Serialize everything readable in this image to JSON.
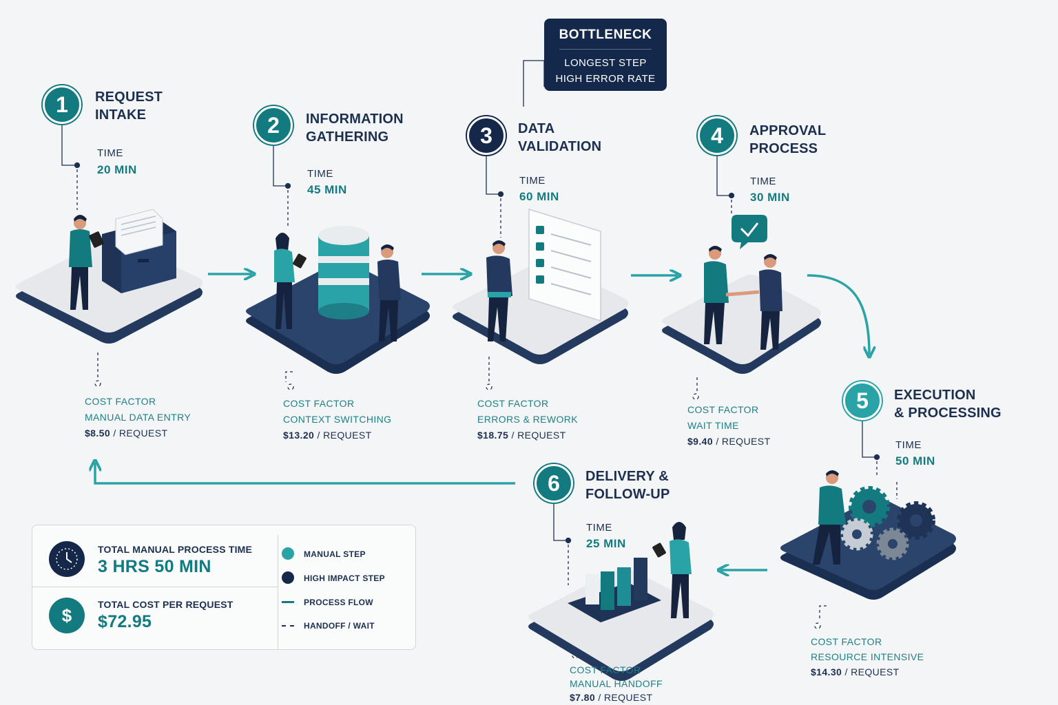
{
  "colors": {
    "teal": "#137a80",
    "navy": "#16284a",
    "light_teal": "#2aa3a6",
    "background": "#f4f5f6"
  },
  "bottleneck": {
    "title": "BOTTLENECK",
    "line1": "LONGEST STEP",
    "line2": "HIGH ERROR RATE"
  },
  "steps": [
    {
      "num": "1",
      "title1": "REQUEST",
      "title2": "INTAKE",
      "time_label": "TIME",
      "time": "20 MIN",
      "cost_label": "COST FACTOR",
      "cost_reason": "MANUAL DATA ENTRY",
      "cost_amount": "$8.50",
      "cost_unit": "/ REQUEST",
      "icon": "file-cabinet-icon"
    },
    {
      "num": "2",
      "title1": "INFORMATION",
      "title2": "GATHERING",
      "time_label": "TIME",
      "time": "45 MIN",
      "cost_label": "COST FACTOR",
      "cost_reason": "CONTEXT SWITCHING",
      "cost_amount": "$13.20",
      "cost_unit": "/ REQUEST",
      "icon": "database-icon"
    },
    {
      "num": "3",
      "title1": "DATA",
      "title2": "VALIDATION",
      "time_label": "TIME",
      "time": "60 MIN",
      "cost_label": "COST FACTOR",
      "cost_reason": "ERRORS & REWORK",
      "cost_amount": "$18.75",
      "cost_unit": "/ REQUEST",
      "icon": "checklist-icon"
    },
    {
      "num": "4",
      "title1": "APPROVAL",
      "title2": "PROCESS",
      "time_label": "TIME",
      "time": "30 MIN",
      "cost_label": "COST FACTOR",
      "cost_reason": "WAIT TIME",
      "cost_amount": "$9.40",
      "cost_unit": "/ REQUEST",
      "icon": "handshake-icon"
    },
    {
      "num": "5",
      "title1": "EXECUTION",
      "title2": "& PROCESSING",
      "time_label": "TIME",
      "time": "50 MIN",
      "cost_label": "COST FACTOR",
      "cost_reason": "RESOURCE INTENSIVE",
      "cost_amount": "$14.30",
      "cost_unit": "/ REQUEST",
      "icon": "gears-icon"
    },
    {
      "num": "6",
      "title1": "DELIVERY &",
      "title2": "FOLLOW-UP",
      "time_label": "TIME",
      "time": "25 MIN",
      "cost_label": "COST FACTOR",
      "cost_reason": "MANUAL HANDOFF",
      "cost_amount": "$7.80",
      "cost_unit": "/ REQUEST",
      "icon": "bar-chart-icon"
    }
  ],
  "summary": {
    "time_label": "TOTAL MANUAL PROCESS TIME",
    "time_value": "3 HRS 50 MIN",
    "cost_label": "TOTAL COST PER REQUEST",
    "cost_value": "$72.95",
    "cost_symbol": "$"
  },
  "legend": [
    {
      "label": "MANUAL STEP",
      "mark": "teal-dot"
    },
    {
      "label": "HIGH IMPACT STEP",
      "mark": "navy-dot"
    },
    {
      "label": "PROCESS FLOW",
      "mark": "solid-line"
    },
    {
      "label": "HANDOFF / WAIT",
      "mark": "dashed-line"
    }
  ]
}
